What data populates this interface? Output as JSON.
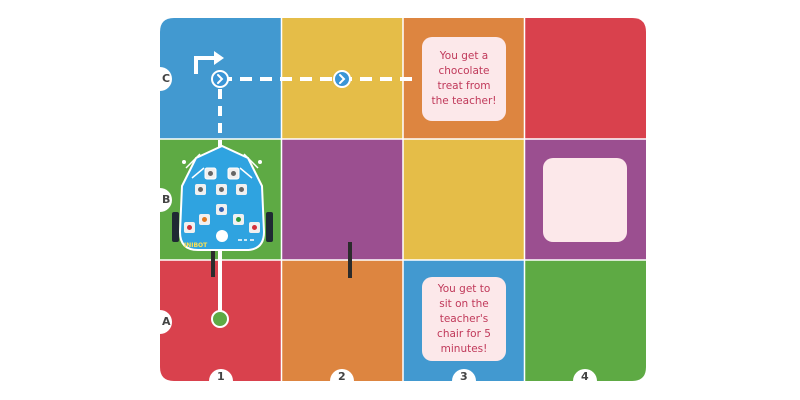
{
  "board": {
    "rows": [
      "C",
      "B",
      "A"
    ],
    "columns": [
      "1",
      "2",
      "3",
      "4"
    ],
    "tiles": [
      {
        "row": "C",
        "col": "1",
        "color": "#4299d0"
      },
      {
        "row": "C",
        "col": "2",
        "color": "#e5bd48"
      },
      {
        "row": "C",
        "col": "3",
        "color": "#dd8540"
      },
      {
        "row": "C",
        "col": "4",
        "color": "#d9414d"
      },
      {
        "row": "B",
        "col": "1",
        "color": "#5eaa44"
      },
      {
        "row": "B",
        "col": "2",
        "color": "#9b4f90"
      },
      {
        "row": "B",
        "col": "3",
        "color": "#e5bd48"
      },
      {
        "row": "B",
        "col": "4",
        "color": "#9b4f90"
      },
      {
        "row": "A",
        "col": "1",
        "color": "#d9414d"
      },
      {
        "row": "A",
        "col": "2",
        "color": "#dd8540"
      },
      {
        "row": "A",
        "col": "3",
        "color": "#4299d0"
      },
      {
        "row": "A",
        "col": "4",
        "color": "#5eaa44"
      }
    ]
  },
  "cards": {
    "c3": "You get a chocolate treat from the teacher!",
    "a3": "You get to sit on the teacher's chair for 5 minutes!",
    "b4": ""
  },
  "robot": {
    "brand": "INIBOT",
    "position": {
      "row": "B",
      "col": "1"
    }
  },
  "path": {
    "start": {
      "row": "A",
      "col": "1"
    },
    "end": {
      "row": "C",
      "col": "3"
    }
  },
  "colors": {
    "card_bg": "#fce8ea",
    "card_text": "#c0395a",
    "start_dot": "#5eaa44",
    "arrow_marker": "#3a95d6",
    "robot_body": "#2fa3e0"
  },
  "icons": [
    "turn-right-arrow-icon",
    "direction-arrow-icon",
    "start-dot-icon",
    "robot-icon"
  ]
}
